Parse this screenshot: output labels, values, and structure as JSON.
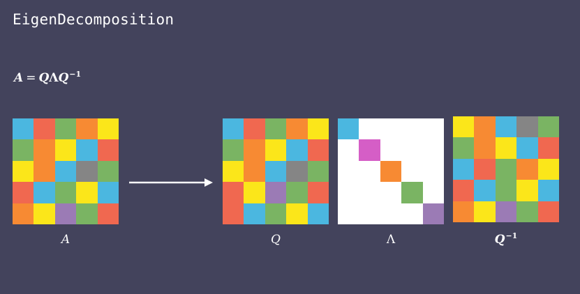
{
  "title": "EigenDecomposition",
  "formula": {
    "A": "A",
    "eq": "=",
    "Q": "Q",
    "Lambda": "Λ",
    "Qinv": "Q",
    "exp": "−1"
  },
  "colors": {
    "background": "#43435c",
    "cyan": "#4bb7e0",
    "red": "#f06850",
    "green": "#7ab463",
    "orange": "#f78a33",
    "yellow": "#fbe61a",
    "gray": "#858585",
    "purple": "#9b7bb5",
    "magenta": "#d55ec6",
    "white": "#ffffff"
  },
  "matrices": {
    "A": {
      "label": "A",
      "cells": [
        [
          "cyan",
          "red",
          "green",
          "orange",
          "yellow"
        ],
        [
          "green",
          "orange",
          "yellow",
          "cyan",
          "red"
        ],
        [
          "yellow",
          "orange",
          "cyan",
          "gray",
          "green"
        ],
        [
          "red",
          "cyan",
          "green",
          "yellow",
          "cyan"
        ],
        [
          "orange",
          "yellow",
          "purple",
          "green",
          "red"
        ]
      ]
    },
    "Q": {
      "label": "Q",
      "cells": [
        [
          "cyan",
          "red",
          "green",
          "orange",
          "yellow"
        ],
        [
          "green",
          "orange",
          "yellow",
          "cyan",
          "red"
        ],
        [
          "yellow",
          "orange",
          "cyan",
          "gray",
          "green"
        ],
        [
          "red",
          "yellow",
          "purple",
          "green",
          "red"
        ],
        [
          "red",
          "cyan",
          "green",
          "yellow",
          "cyan"
        ]
      ]
    },
    "Lambda": {
      "label": "Λ",
      "cells": [
        [
          "cyan",
          "white",
          "white",
          "white",
          "white"
        ],
        [
          "white",
          "magenta",
          "white",
          "white",
          "white"
        ],
        [
          "white",
          "white",
          "orange",
          "white",
          "white"
        ],
        [
          "white",
          "white",
          "white",
          "green",
          "white"
        ],
        [
          "white",
          "white",
          "white",
          "white",
          "purple"
        ]
      ]
    },
    "Qinv": {
      "label": "Q",
      "label_exp": "−1",
      "cells": [
        [
          "yellow",
          "orange",
          "cyan",
          "gray",
          "green"
        ],
        [
          "green",
          "orange",
          "yellow",
          "cyan",
          "red"
        ],
        [
          "cyan",
          "red",
          "green",
          "orange",
          "yellow"
        ],
        [
          "red",
          "cyan",
          "green",
          "yellow",
          "cyan"
        ],
        [
          "orange",
          "yellow",
          "purple",
          "green",
          "red"
        ]
      ]
    }
  }
}
